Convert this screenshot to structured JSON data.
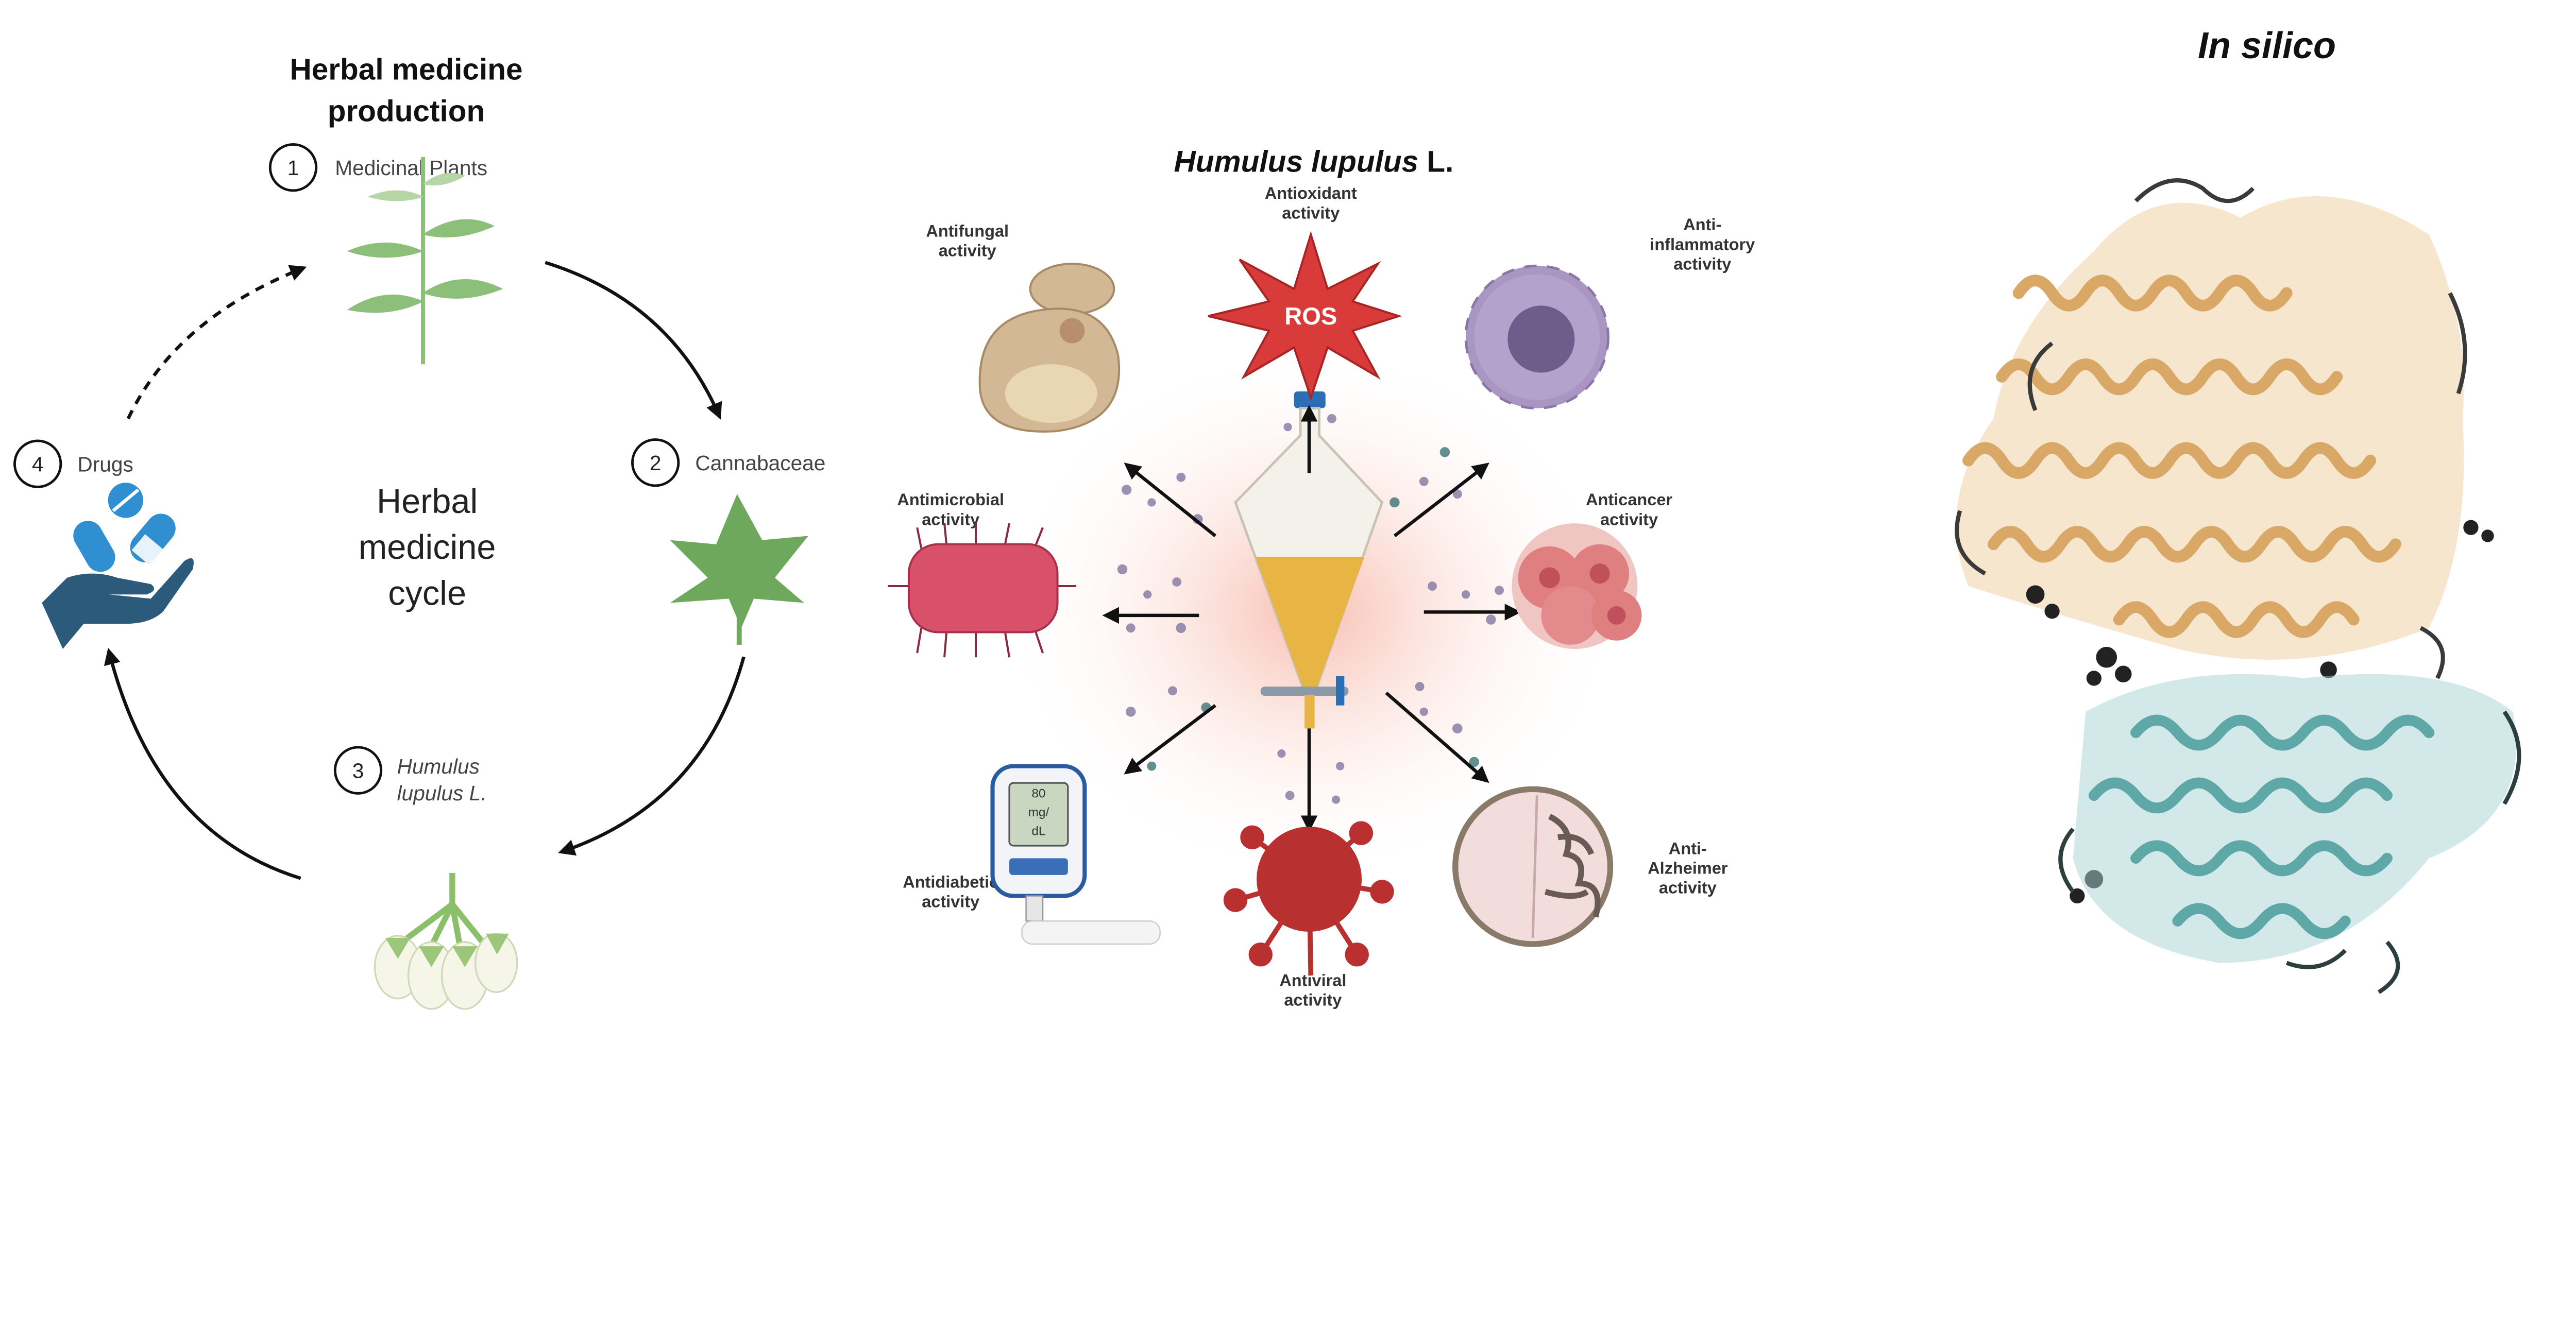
{
  "left_panel": {
    "title_line1": "Herbal medicine",
    "title_line2": "production",
    "center_line1": "Herbal",
    "center_line2": "medicine",
    "center_line3": "cycle",
    "steps": [
      {
        "number": "1",
        "label": "Medicinal Plants"
      },
      {
        "number": "2",
        "label": "Cannabaceae"
      },
      {
        "number": "3",
        "label_line1": "Humulus",
        "label_line2": "lupulus L."
      },
      {
        "number": "4",
        "label": "Drugs"
      }
    ]
  },
  "middle_panel": {
    "title_italic": "Humulus lupulus",
    "title_suffix": " L.",
    "ros_label": "ROS",
    "meter_reading": [
      "80",
      "mg/",
      "dL"
    ],
    "activities": {
      "antioxidant": [
        "Antioxidant",
        "activity"
      ],
      "antifungal": [
        "Antifungal",
        "activity"
      ],
      "anti_inflammatory": [
        "Anti-",
        "inflammatory",
        "activity"
      ],
      "antimicrobial": [
        "Antimicrobial",
        "activity"
      ],
      "anticancer": [
        "Anticancer",
        "activity"
      ],
      "antidiabetic": [
        "Antidiabetic",
        "activity"
      ],
      "antiviral": [
        "Antiviral",
        "activity"
      ],
      "anti_alzheimer": [
        "Anti-",
        "Alzheimer",
        "activity"
      ]
    }
  },
  "right_panel": {
    "title": "In silico"
  },
  "colors": {
    "plant_green": "#7fb069",
    "drug_blue": "#2f8fd1",
    "hand_navy": "#2c5a7a",
    "ros_red": "#d93a3a",
    "cell_purple": "#a996c2",
    "bacterium_pink": "#d9506a",
    "virus_red": "#b8302f",
    "liquid_amber": "#e8b545",
    "protein_tan": "#e9c08a",
    "protein_teal": "#6fb8b8"
  }
}
